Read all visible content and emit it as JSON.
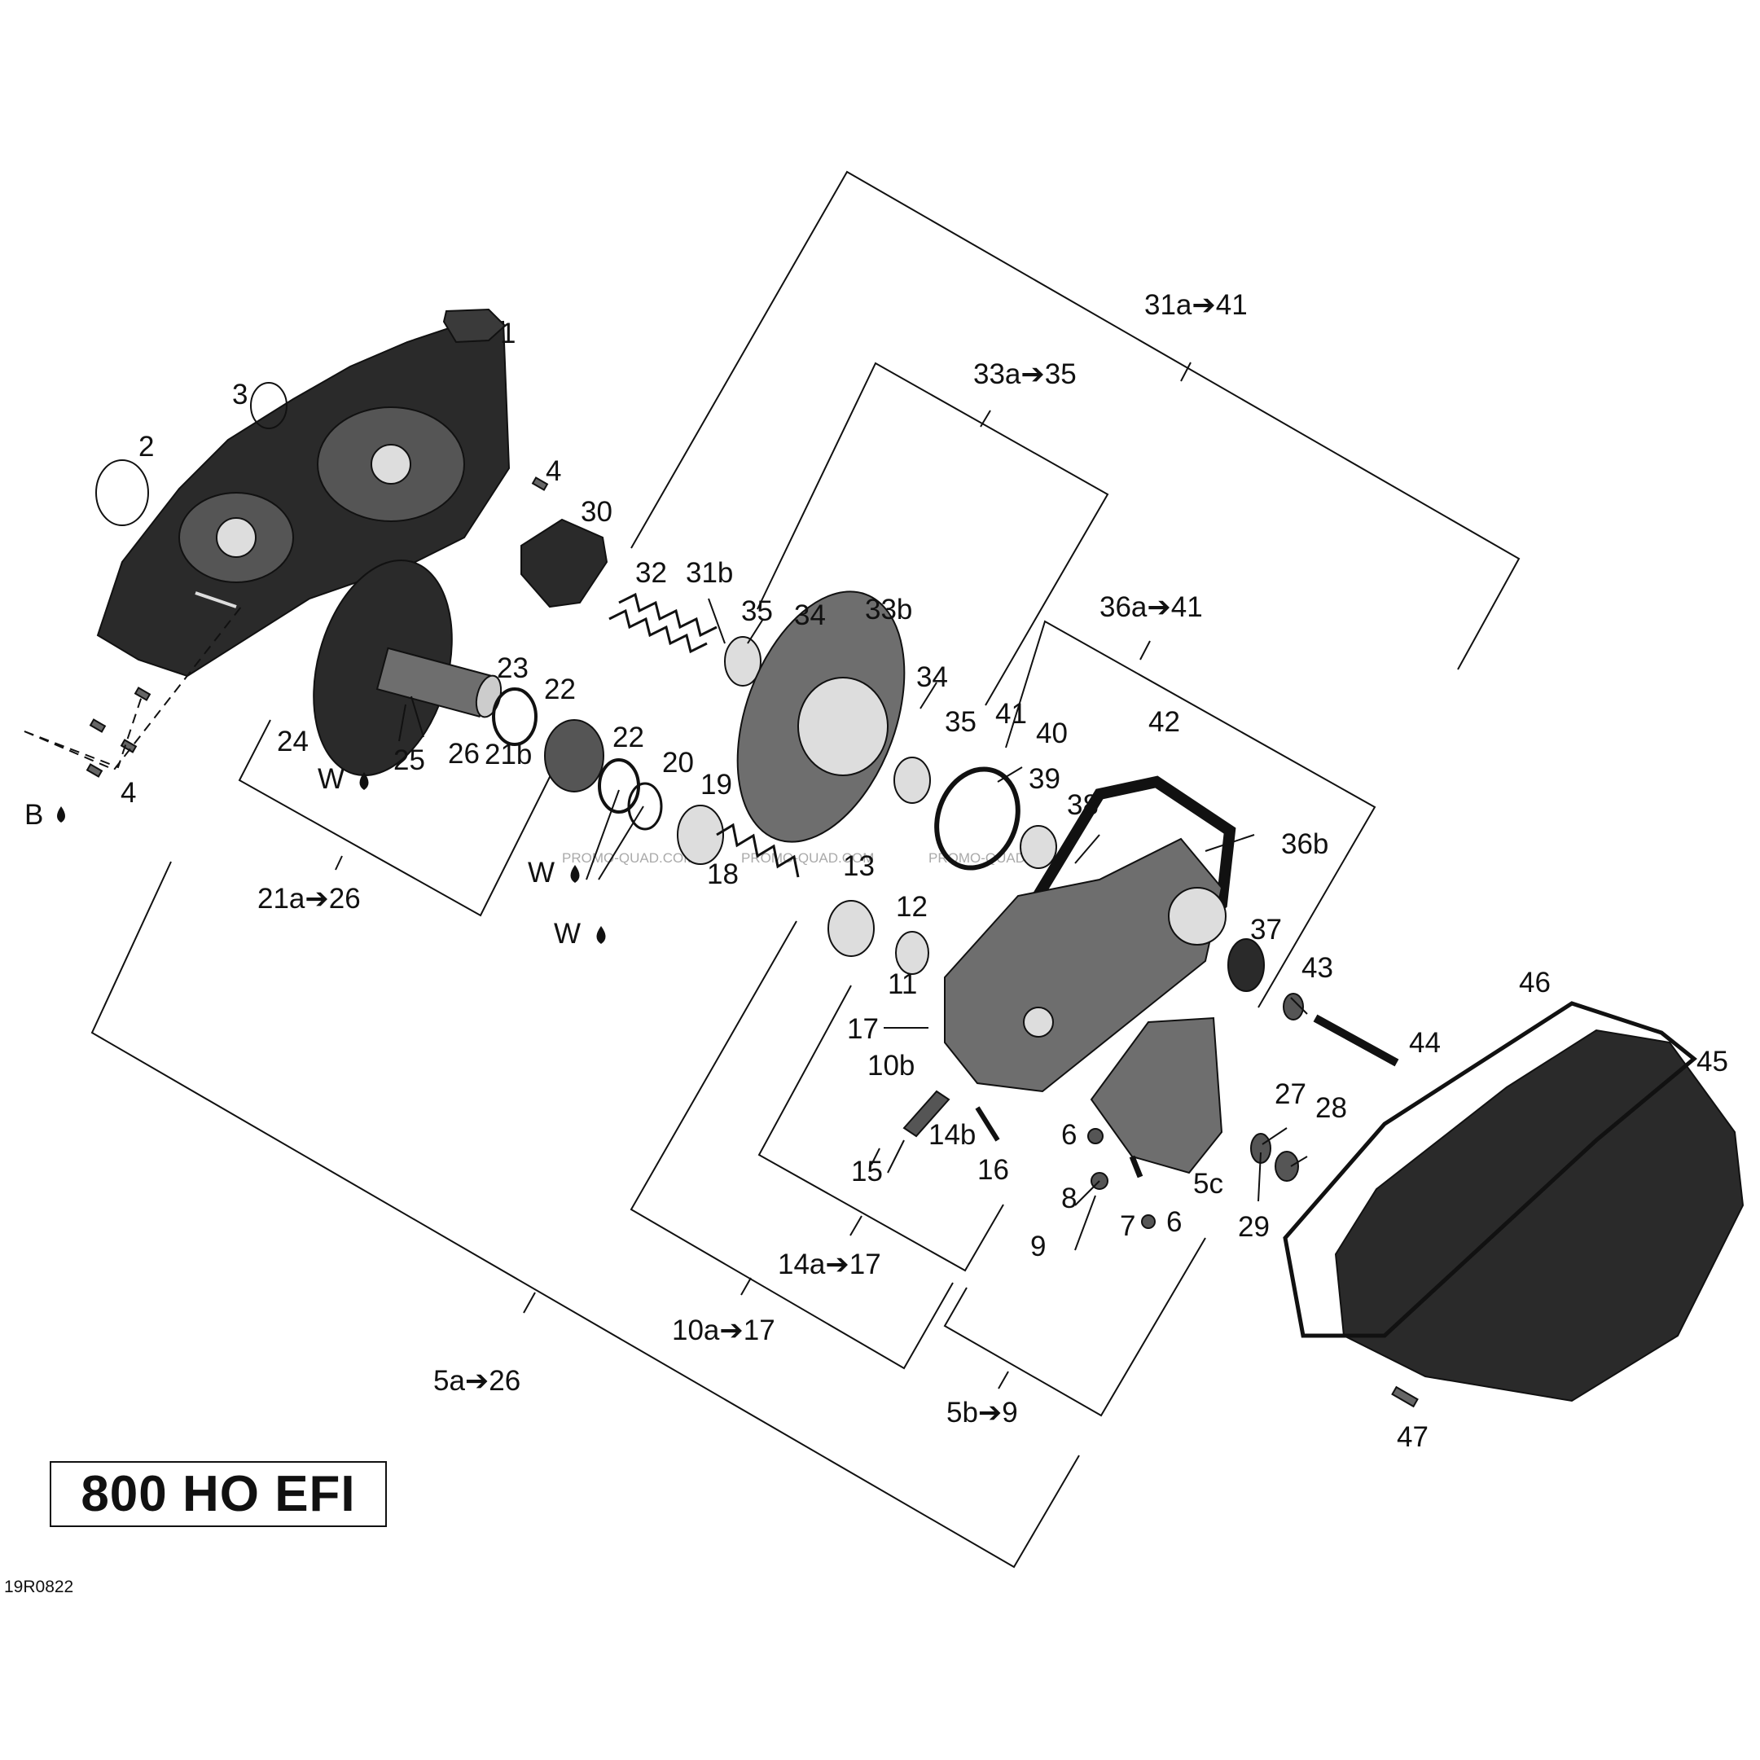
{
  "title": "800 HO EFI",
  "reference_code": "19R0822",
  "watermark": "PROMO-QUAD.COM",
  "colors": {
    "ink": "#111111",
    "part_fill": "#2a2a2a",
    "part_mid": "#6e6e6e",
    "part_light": "#d9d9d9"
  },
  "callouts": [
    {
      "id": "c1",
      "text": "1"
    },
    {
      "id": "c2",
      "text": "2"
    },
    {
      "id": "c3",
      "text": "3"
    },
    {
      "id": "c4a",
      "text": "4"
    },
    {
      "id": "c4b",
      "text": "4"
    },
    {
      "id": "cB",
      "text": "B"
    },
    {
      "id": "c30",
      "text": "30"
    },
    {
      "id": "c32",
      "text": "32"
    },
    {
      "id": "c31b",
      "text": "31b"
    },
    {
      "id": "c35a",
      "text": "35"
    },
    {
      "id": "c34a",
      "text": "34"
    },
    {
      "id": "c33b",
      "text": "33b"
    },
    {
      "id": "c34b",
      "text": "34"
    },
    {
      "id": "c35b",
      "text": "35"
    },
    {
      "id": "c41",
      "text": "41"
    },
    {
      "id": "c40",
      "text": "40"
    },
    {
      "id": "c39",
      "text": "39"
    },
    {
      "id": "c38",
      "text": "38"
    },
    {
      "id": "c42",
      "text": "42"
    },
    {
      "id": "c36b",
      "text": "36b"
    },
    {
      "id": "c37",
      "text": "37"
    },
    {
      "id": "c43",
      "text": "43"
    },
    {
      "id": "c44",
      "text": "44"
    },
    {
      "id": "c46",
      "text": "46"
    },
    {
      "id": "c45",
      "text": "45"
    },
    {
      "id": "c47",
      "text": "47"
    },
    {
      "id": "c23",
      "text": "23"
    },
    {
      "id": "c22a",
      "text": "22"
    },
    {
      "id": "c24",
      "text": "24"
    },
    {
      "id": "c25",
      "text": "25"
    },
    {
      "id": "c26",
      "text": "26"
    },
    {
      "id": "cW1",
      "text": "W"
    },
    {
      "id": "c21b",
      "text": "21b"
    },
    {
      "id": "c22b",
      "text": "22"
    },
    {
      "id": "c20",
      "text": "20"
    },
    {
      "id": "c19",
      "text": "19"
    },
    {
      "id": "cW2",
      "text": "W"
    },
    {
      "id": "c18",
      "text": "18"
    },
    {
      "id": "cW3",
      "text": "W"
    },
    {
      "id": "c13",
      "text": "13"
    },
    {
      "id": "c12",
      "text": "12"
    },
    {
      "id": "c11",
      "text": "11"
    },
    {
      "id": "c17",
      "text": "17"
    },
    {
      "id": "c10b",
      "text": "10b"
    },
    {
      "id": "c14b",
      "text": "14b"
    },
    {
      "id": "c15",
      "text": "15"
    },
    {
      "id": "c16",
      "text": "16"
    },
    {
      "id": "c6a",
      "text": "6"
    },
    {
      "id": "c8",
      "text": "8"
    },
    {
      "id": "c9",
      "text": "9"
    },
    {
      "id": "c7",
      "text": "7"
    },
    {
      "id": "c6b",
      "text": "6"
    },
    {
      "id": "c5c",
      "text": "5c"
    },
    {
      "id": "c27",
      "text": "27"
    },
    {
      "id": "c28",
      "text": "28"
    },
    {
      "id": "c29",
      "text": "29"
    }
  ],
  "groups": [
    {
      "id": "g31",
      "text": "31a➔41"
    },
    {
      "id": "g33",
      "text": "33a➔35"
    },
    {
      "id": "g36",
      "text": "36a➔41"
    },
    {
      "id": "g21",
      "text": "21a➔26"
    },
    {
      "id": "g14",
      "text": "14a➔17"
    },
    {
      "id": "g10",
      "text": "10a➔17"
    },
    {
      "id": "g5a",
      "text": "5a➔26"
    },
    {
      "id": "g5b",
      "text": "5b➔9"
    }
  ]
}
